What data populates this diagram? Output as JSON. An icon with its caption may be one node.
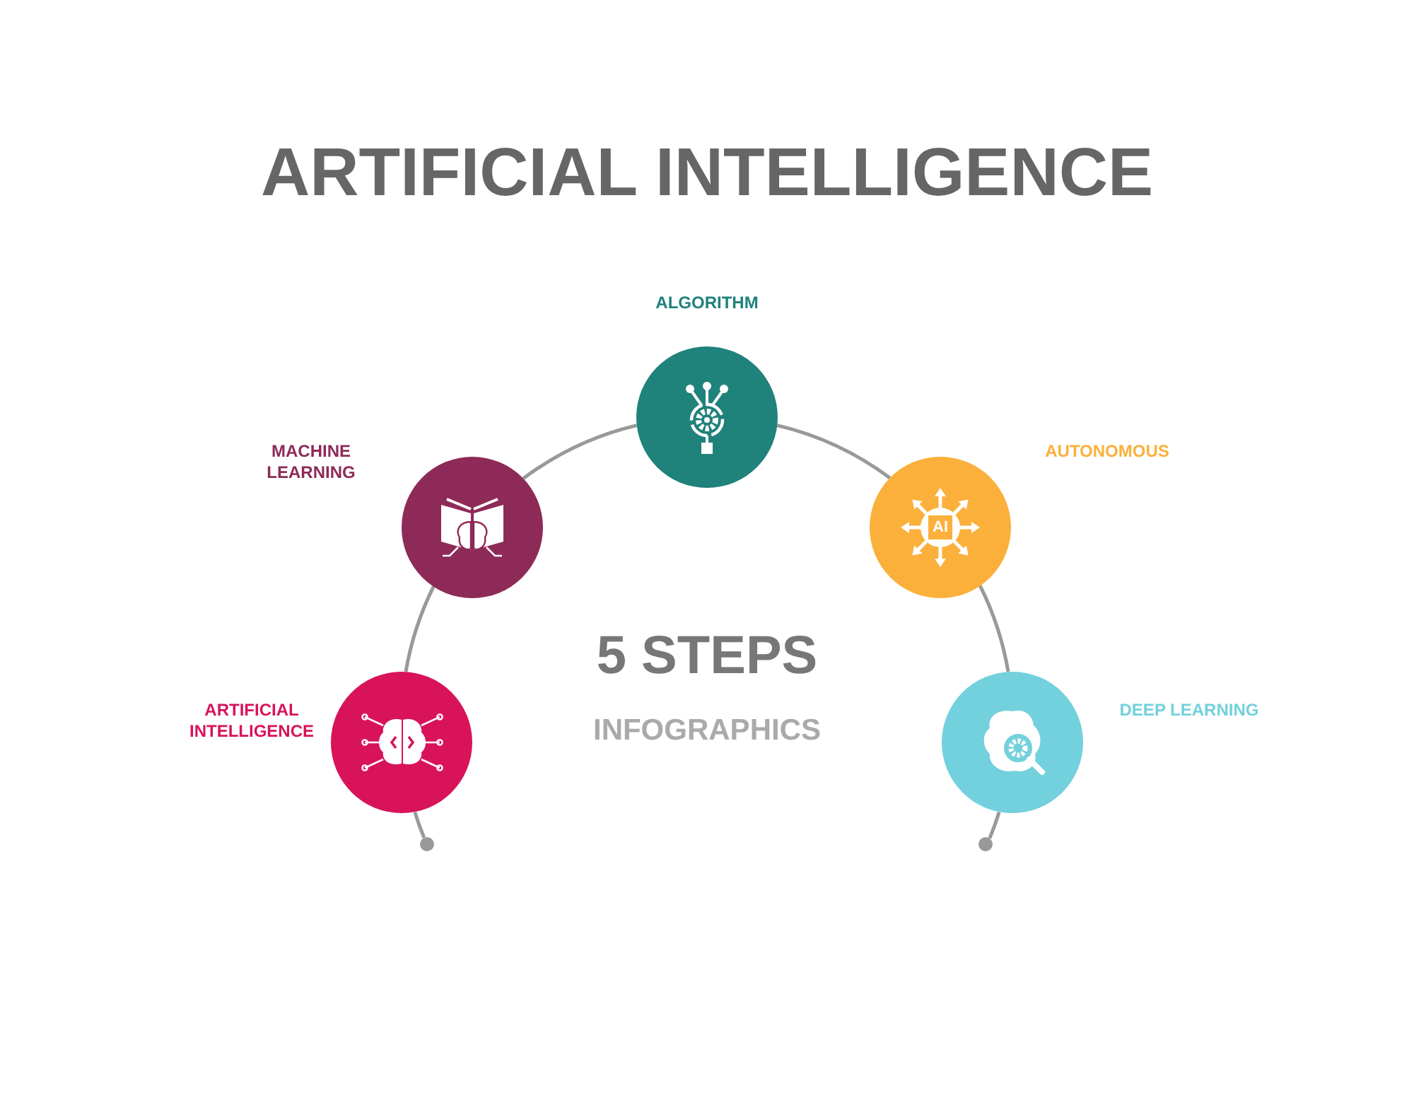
{
  "diagram": {
    "title": "ARTIFICIAL INTELLIGENCE",
    "nodes": [
      {
        "text": [],
        "shape": "circle"
      },
      {
        "text": [],
        "shape": "circle",
        "beside": [
          "ARTIFICIAL INTELLIGENCE"
        ]
      },
      {
        "text": [],
        "shape": "circle",
        "beside": [
          "MACHINE LEARNING"
        ]
      },
      {
        "text": [],
        "shape": "circle",
        "beside": [
          "ALGORITHM"
        ]
      },
      {
        "text": [],
        "shape": "circle",
        "beside": [
          "AUTONOMOUS"
        ]
      },
      {
        "text": [],
        "shape": "circle",
        "beside": [
          "DEEP LEARNING"
        ]
      },
      {
        "text": [],
        "shape": "circle"
      }
    ],
    "edges": [
      {
        "from": 0,
        "to": 1,
        "arrow": "none"
      },
      {
        "from": 1,
        "to": 2,
        "arrow": "none"
      },
      {
        "from": 2,
        "to": 3,
        "arrow": "none"
      },
      {
        "from": 3,
        "to": 4,
        "arrow": "none"
      },
      {
        "from": 4,
        "to": 5,
        "arrow": "none"
      },
      {
        "from": 5,
        "to": 6,
        "arrow": "none"
      }
    ],
    "labels": [
      "5 STEPS",
      "INFOGRAPHICS",
      "AI"
    ]
  }
}
